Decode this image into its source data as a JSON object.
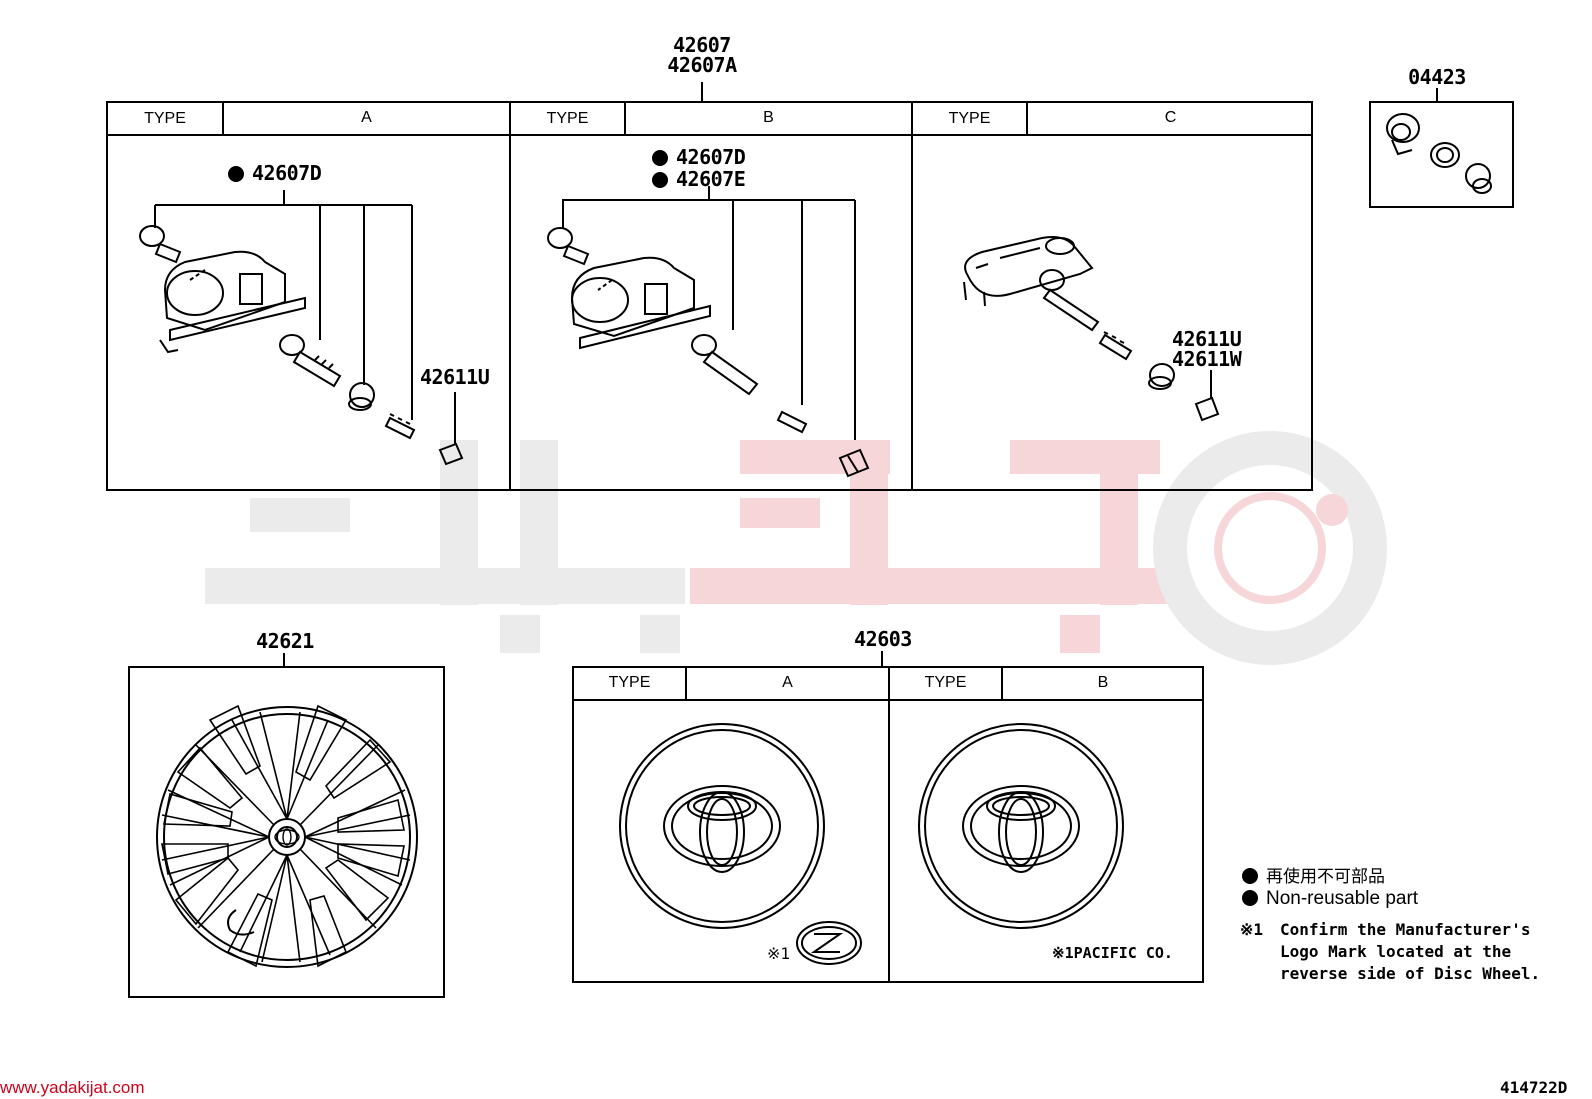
{
  "groups": {
    "tpms": {
      "part_numbers": [
        "42607",
        "42607A"
      ],
      "types": [
        {
          "type_label": "TYPE",
          "type_value": "A",
          "sub_parts": [
            "42607D"
          ],
          "part": "42611U"
        },
        {
          "type_label": "TYPE",
          "type_value": "B",
          "sub_parts": [
            "42607D",
            "42607E"
          ]
        },
        {
          "type_label": "TYPE",
          "type_value": "C",
          "parts": [
            "42611U",
            "42611W"
          ]
        }
      ]
    },
    "valve_kit": {
      "part_number": "04423"
    },
    "wheel_cap": {
      "part_number": "42621"
    },
    "ornament": {
      "part_number": "42603",
      "types": [
        {
          "type_label": "TYPE",
          "type_value": "A",
          "note": "※1"
        },
        {
          "type_label": "TYPE",
          "type_value": "B",
          "note": "※1PACIFIC CO."
        }
      ]
    }
  },
  "legend": {
    "jp": "再使用不可部品",
    "en": "Non-reusable part",
    "note_mark": "※1",
    "note_line1": "Confirm the Manufacturer's",
    "note_line2": "Logo Mark located at the",
    "note_line3": "reverse side of Disc Wheel."
  },
  "footer": {
    "website": "www.yadakijat.com",
    "diagram_id": "414722D"
  },
  "colors": {
    "line": "#000000",
    "watermark_red": "#f6d5d8",
    "watermark_gray": "#e9e9e9",
    "link_red": "#d0021b"
  }
}
